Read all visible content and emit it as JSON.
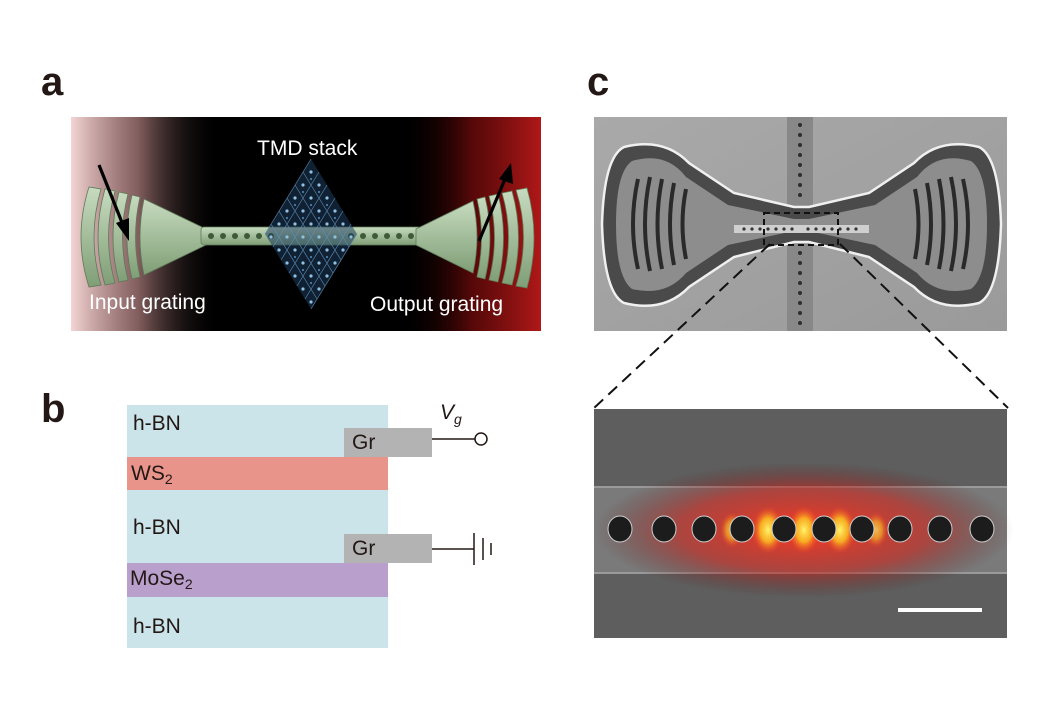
{
  "panels": {
    "a": "a",
    "b": "b",
    "c": "c"
  },
  "panel_a": {
    "top_label": "TMD stack",
    "left_label": "Input grating",
    "right_label": "Output grating"
  },
  "panel_b": {
    "layers": {
      "hbn_top": "h-BN",
      "ws2_main": "WS",
      "ws2_sub": "2",
      "hbn_mid": "h-BN",
      "mose2_main": "MoSe",
      "mose2_sub": "2",
      "hbn_bottom": "h-BN"
    },
    "contacts": {
      "gr_top": "Gr",
      "gr_bottom": "Gr"
    },
    "voltage": {
      "main": "V",
      "sub": "g"
    }
  },
  "colors": {
    "hbn": "#cbe4ea",
    "ws2": "#e8948a",
    "mose2": "#b9a0cc",
    "graphene": "#b3b3b3",
    "waveguide": "#a9c3a0",
    "field_red": "#ff2a1a",
    "field_yellow": "#ffe23a"
  }
}
